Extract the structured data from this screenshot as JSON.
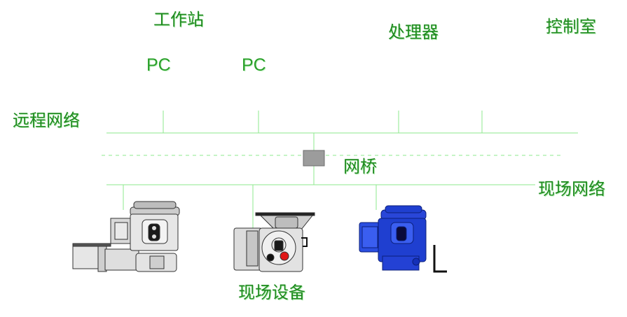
{
  "labels": {
    "workstation": "工作站",
    "processor": "处理器",
    "control_room": "控制室",
    "pc_1": "PC",
    "pc_2": "PC",
    "remote_network": "远程网络",
    "bridge": "网桥",
    "field_network": "现场网络",
    "field_devices": "现场设备"
  },
  "colors": {
    "line": "#8ee88e",
    "text": "#1f8a1f",
    "bridge": "#9c9c9c",
    "device_gray": "#d9d9d9",
    "device_blue": "#1f3fd0",
    "device_red": "#e01818"
  },
  "icons": [
    "bridge-box-icon",
    "actuator-gray-1-icon",
    "actuator-gray-2-icon",
    "actuator-blue-icon"
  ]
}
